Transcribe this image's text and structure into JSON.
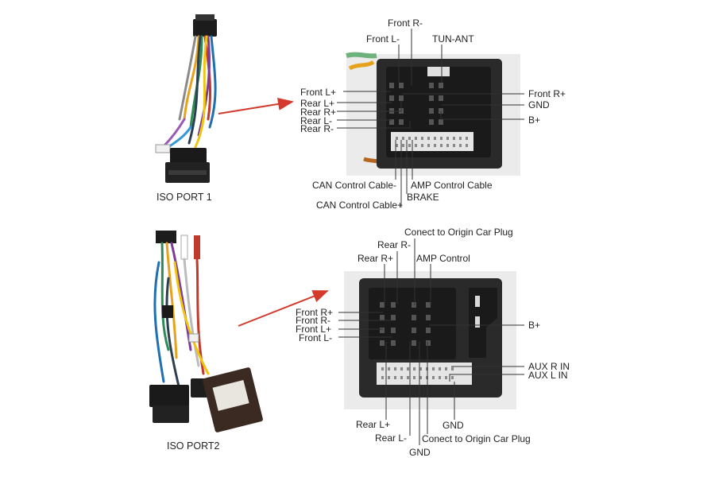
{
  "port1": {
    "caption": "ISO PORT 1",
    "labels": {
      "front_r_minus": "Front R-",
      "front_l_minus": "Front L-",
      "tun_ant": "TUN-ANT",
      "front_l_plus": "Front L+",
      "rear_l_plus": "Rear L+",
      "rear_r_plus": "Rear R+",
      "rear_l_minus": "Rear L-",
      "rear_r_minus": "Rear R-",
      "front_r_plus": "Front R+",
      "gnd": "GND",
      "b_plus": "B+",
      "can_minus": "CAN Control Cable-",
      "amp_cable": "AMP Control Cable",
      "brake": "BRAKE",
      "can_plus": "CAN Control Cable+"
    }
  },
  "port2": {
    "caption": "ISO PORT2",
    "labels": {
      "connect_top": "Conect to Origin Car Plug",
      "rear_r_minus": "Rear R-",
      "rear_r_plus": "Rear R+",
      "amp_control": "AMP Control",
      "front_r_plus": "Front R+",
      "front_r_minus": "Front R-",
      "front_l_plus": "Front L+",
      "front_l_minus": "Front L-",
      "b_plus": "B+",
      "aux_r_in": "AUX R IN",
      "aux_l_in": "AUX L IN",
      "gnd_right": "GND",
      "rear_l_plus": "Rear L+",
      "rear_l_minus": "Rear L-",
      "connect_bottom": "Conect to Origin Car Plug",
      "gnd_bottom": "GND"
    }
  },
  "colors": {
    "arrow": "#d33a2c",
    "leader": "#333333",
    "connector_body": "#2a2a2a",
    "photo_bg": "#ebebeb"
  }
}
